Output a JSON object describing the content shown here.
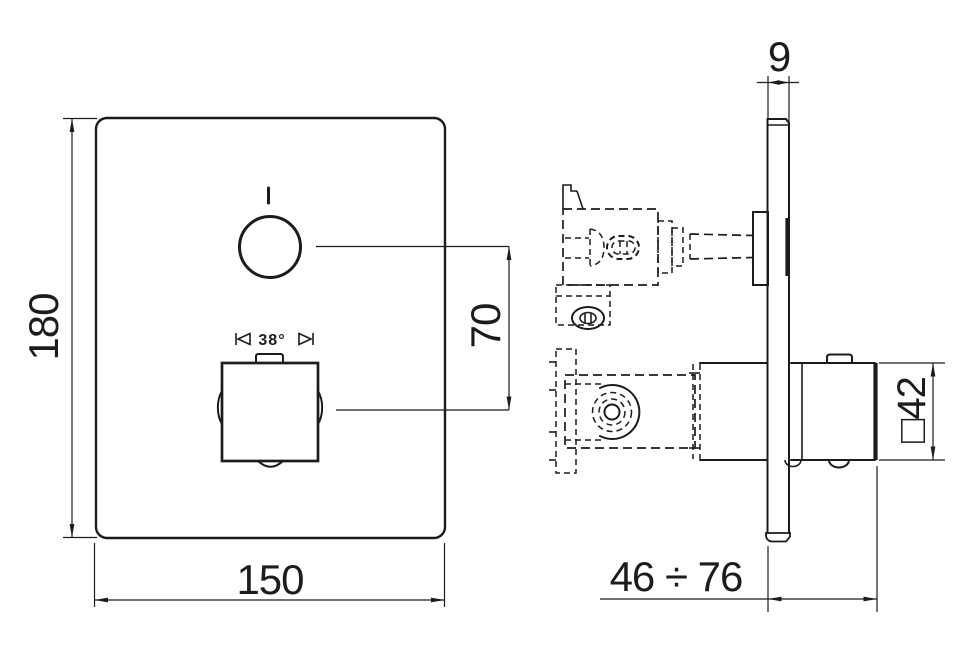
{
  "drawing": {
    "type": "technical-dimension-drawing",
    "subject": "concealed thermostatic shower mixer - front and side views",
    "colors": {
      "ink": "#1c1c1c",
      "background": "#ffffff"
    },
    "front_view": {
      "height_dim": "180",
      "width_dim": "150",
      "center_distance_dim": "70",
      "temperature_marker": "38°"
    },
    "side_view": {
      "plate_thickness_dim": "9",
      "handle_square_dim": "□42",
      "installation_depth_dim": "46 ÷ 76"
    }
  }
}
